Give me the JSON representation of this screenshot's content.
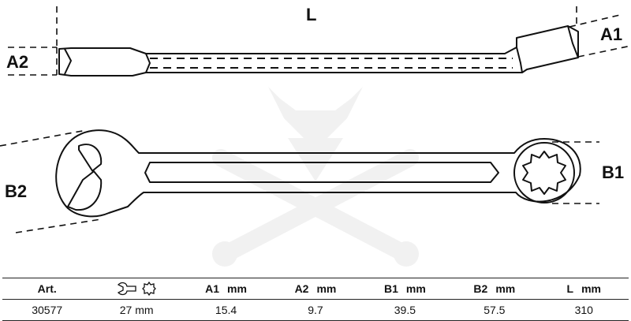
{
  "dimension_labels": {
    "length": "L",
    "a1": "A1",
    "a2": "A2",
    "b1": "B1",
    "b2": "B2"
  },
  "spec_table": {
    "headers": {
      "art": "Art.",
      "size_icons": [
        "open-end-wrench-icon",
        "ring-end-wrench-icon"
      ],
      "a1": {
        "label": "A1",
        "unit": "mm"
      },
      "a2": {
        "label": "A2",
        "unit": "mm"
      },
      "b1": {
        "label": "B1",
        "unit": "mm"
      },
      "b2": {
        "label": "B2",
        "unit": "mm"
      },
      "l": {
        "label": "L",
        "unit": "mm"
      }
    },
    "rows": [
      {
        "art": "30577",
        "size": "27 mm",
        "a1": "15.4",
        "a2": "9.7",
        "b1": "39.5",
        "b2": "57.5",
        "l": "310"
      }
    ]
  },
  "colors": {
    "line": "#111111",
    "watermark": "#f1f1f1"
  }
}
